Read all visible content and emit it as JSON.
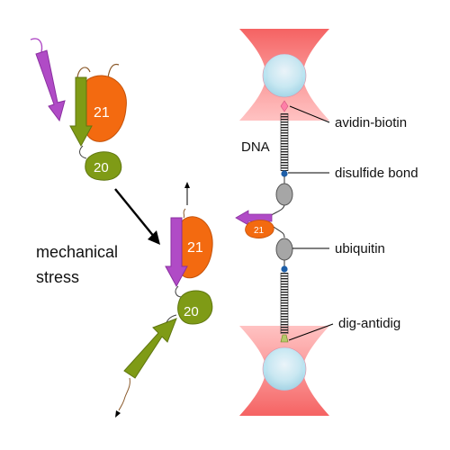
{
  "labels": {
    "mechanical_stress_line1": "mechanical",
    "mechanical_stress_line2": "stress",
    "dna": "DNA",
    "avidin_biotin": "avidin-biotin",
    "disulfide_bond": "disulfide bond",
    "ubiquitin": "ubiquitin",
    "dig_antidig": "dig-antidig"
  },
  "domains": {
    "d21_top": "21",
    "d20_top": "20",
    "d21_mid": "21",
    "d20_mid": "20",
    "d21_small": "21"
  },
  "colors": {
    "purple_strand": "#b04bc6",
    "orange_domain": "#f36a10",
    "olive_domain": "#7f9b16",
    "laser_red": "#f04c4c",
    "bead_blue": "#bfe9f4",
    "ubiquitin_gray": "#a6a6a6",
    "disulfide_blue": "#1e5fa8",
    "avidin_pink": "#ff7fa8",
    "leader_line": "#000000"
  }
}
